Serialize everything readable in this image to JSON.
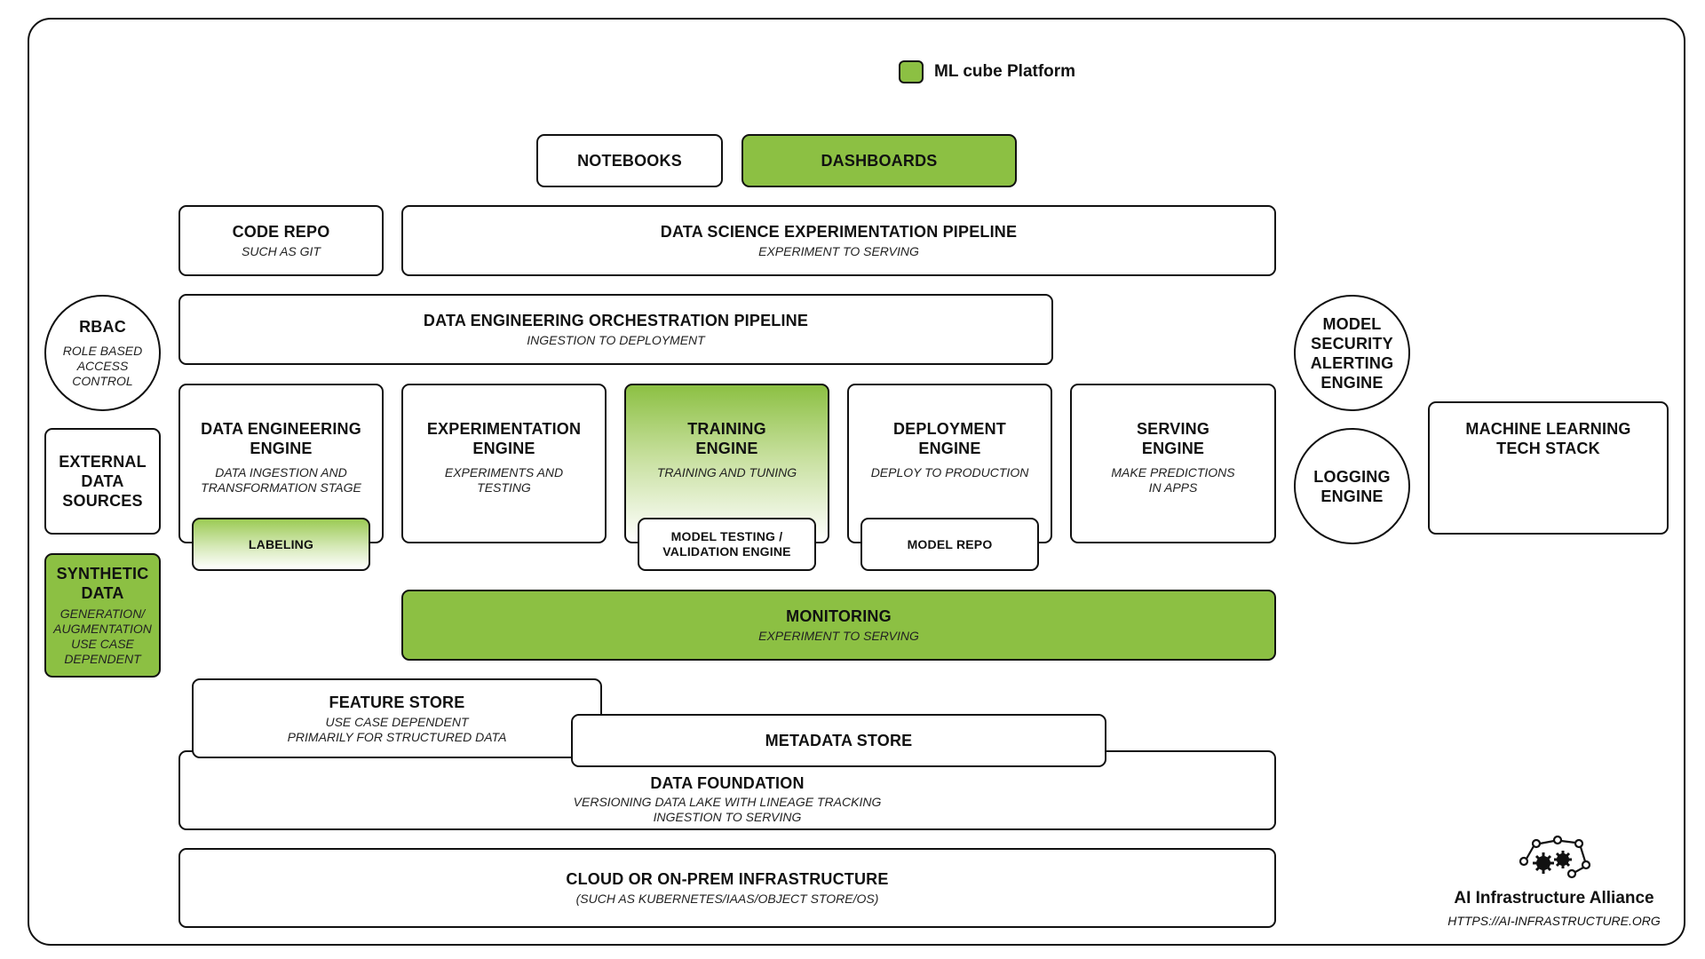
{
  "legend": {
    "label": "ML cube Platform",
    "color": "#8cc043"
  },
  "notebooks": "NOTEBOOKS",
  "dashboards": "DASHBOARDS",
  "code_repo": {
    "title": "CODE REPO",
    "sub": "SUCH AS GIT"
  },
  "ds_pipeline": {
    "title": "DATA SCIENCE EXPERIMENTATION PIPELINE",
    "sub": "EXPERIMENT TO SERVING"
  },
  "de_pipeline": {
    "title": "DATA ENGINEERING ORCHESTRATION PIPELINE",
    "sub": "INGESTION TO DEPLOYMENT"
  },
  "rbac": {
    "title": "RBAC",
    "sub": "ROLE BASED\nACCESS\nCONTROL"
  },
  "external": {
    "title": "EXTERNAL\nDATA\nSOURCES"
  },
  "synthetic": {
    "title": "SYNTHETIC\nDATA",
    "sub": "GENERATION/\nAUGMENTATION\nUSE CASE\nDEPENDENT"
  },
  "engines": {
    "data_eng": {
      "title": "DATA ENGINEERING\nENGINE",
      "sub": "DATA INGESTION AND\nTRANSFORMATION STAGE"
    },
    "experimentation": {
      "title": "EXPERIMENTATION\nENGINE",
      "sub": "EXPERIMENTS AND\nTESTING"
    },
    "training": {
      "title": "TRAINING\nENGINE",
      "sub": "TRAINING AND TUNING"
    },
    "deployment": {
      "title": "DEPLOYMENT\nENGINE",
      "sub": "DEPLOY TO PRODUCTION"
    },
    "serving": {
      "title": "SERVING\nENGINE",
      "sub": "MAKE PREDICTIONS\nIN APPS"
    }
  },
  "labeling": "LABELING",
  "model_testing": "MODEL TESTING /\nVALIDATION ENGINE",
  "model_repo": "MODEL REPO",
  "model_security": "MODEL\nSECURITY\nALERTING\nENGINE",
  "logging": "LOGGING\nENGINE",
  "ml_stack": "MACHINE LEARNING\nTECH STACK",
  "monitoring": {
    "title": "MONITORING",
    "sub": "EXPERIMENT TO SERVING"
  },
  "feature_store": {
    "title": "FEATURE STORE",
    "sub": "USE CASE DEPENDENT\nPRIMARILY FOR STRUCTURED DATA"
  },
  "metadata_store": "METADATA STORE",
  "data_foundation": {
    "title": "DATA FOUNDATION",
    "sub": "VERSIONING DATA LAKE WITH LINEAGE TRACKING\nINGESTION TO SERVING"
  },
  "infrastructure": {
    "title": "CLOUD OR ON-PREM INFRASTRUCTURE",
    "sub": "(SUCH AS KUBERNETES/IAAS/OBJECT STORE/OS)"
  },
  "brand": {
    "name": "AI Infrastructure Alliance",
    "url": "HTTPS://AI-INFRASTRUCTURE.ORG",
    "icon": "gears-network-icon"
  }
}
